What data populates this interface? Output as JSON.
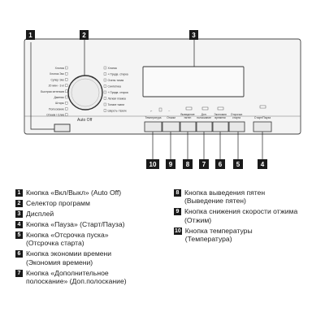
{
  "callouts": {
    "c1": "1",
    "c2": "2",
    "c3": "3",
    "c4": "4",
    "c5": "5",
    "c6": "6",
    "c7": "7",
    "c8": "8",
    "c9": "9",
    "c10": "10"
  },
  "panel": {
    "dial_programs_left": [
      "Хлопок",
      "Хлопок Эко",
      "Супер Эко",
      "20 мин - 3 кг",
      "Быстрая интенсив",
      "Джинсы",
      "Шторы",
      "Полоскание",
      "Отжим / Слив"
    ],
    "dial_programs_right": [
      "Хлопок",
      "+ Предв. стирка",
      "Очень тихая",
      "Синтетика",
      "+ Предв. стирка",
      "Легкая глажка",
      "Тонкие ткани",
      "Шерсть / Шелк"
    ],
    "auto_off_label": "Auto Off",
    "button_labels": [
      "Температура",
      "Отжим",
      "Выведение пятен",
      "Доп. полоскание",
      "Экономия времени",
      "Отсрочка старта"
    ],
    "start_label": "Старт/Пауза"
  },
  "legend": {
    "left": [
      {
        "num": "1",
        "lines": [
          "Кнопка «Вкл/Выкл» (Auto Off)"
        ]
      },
      {
        "num": "2",
        "lines": [
          "Селектор программ"
        ]
      },
      {
        "num": "3",
        "lines": [
          "Дисплей"
        ]
      },
      {
        "num": "4",
        "lines": [
          "Кнопка «Пауза» (Старт/Пауза)"
        ]
      },
      {
        "num": "5",
        "lines": [
          "Кнопка «Отсрочка пуска»",
          "(Отсрочка старта)"
        ]
      },
      {
        "num": "6",
        "lines": [
          "Кнопка экономии времени",
          "(Экономия времени)"
        ]
      },
      {
        "num": "7",
        "lines": [
          "Кнопка «Дополнительное",
          "полоскание» (Доп.полоскание)"
        ]
      }
    ],
    "right": [
      {
        "num": "8",
        "lines": [
          "Кнопка выведения пятен",
          "(Выведение пятен)"
        ]
      },
      {
        "num": "9",
        "lines": [
          "Кнопка снижения скорости отжима",
          "(Отжим)"
        ]
      },
      {
        "num": "10",
        "lines": [
          "Кнопка температуры",
          "(Температура)"
        ]
      }
    ]
  }
}
